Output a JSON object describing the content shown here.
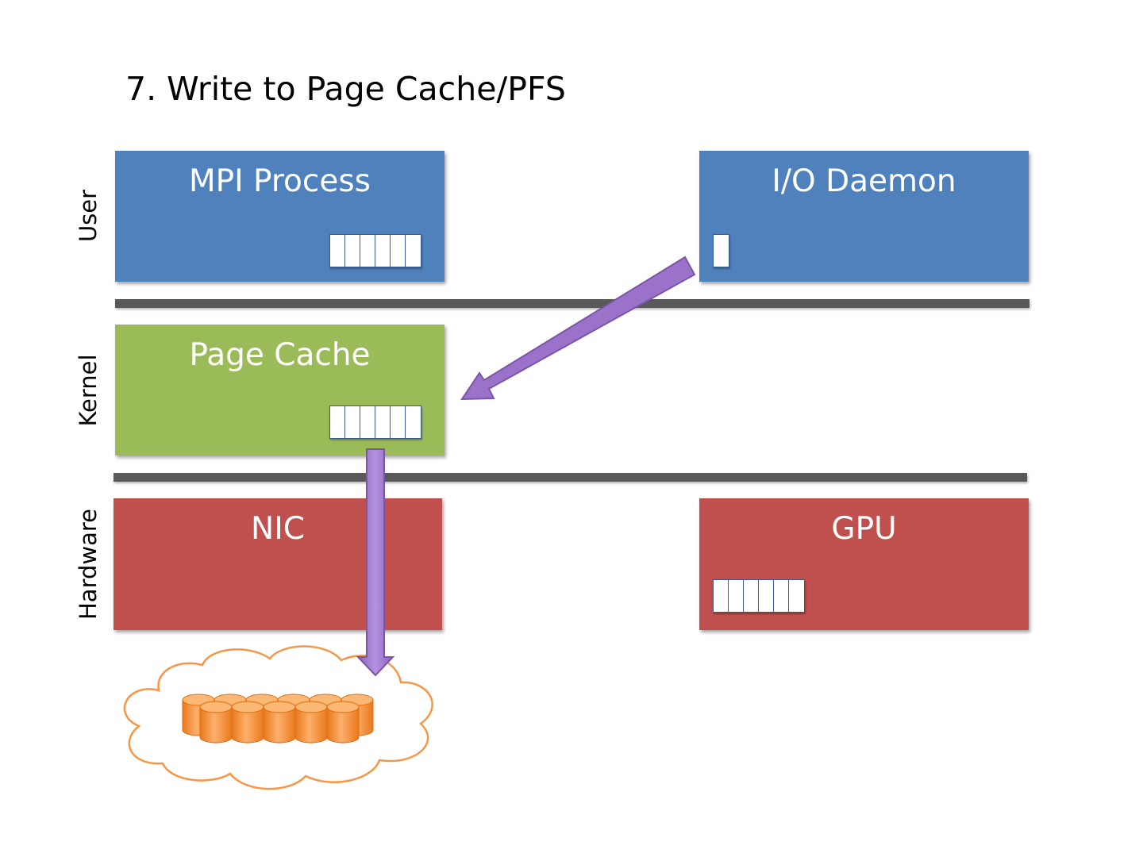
{
  "title": "7. Write to Page Cache/PFS",
  "layers": {
    "user": "User",
    "kernel": "Kernel",
    "hardware": "Hardware"
  },
  "boxes": {
    "mpi_process": "MPI Process",
    "io_daemon": "I/O Daemon",
    "page_cache": "Page Cache",
    "nic": "NIC",
    "gpu": "GPU"
  },
  "buffers": {
    "mpi_process_cells": 6,
    "io_daemon_cells": 1,
    "page_cache_cells": 6,
    "gpu_cells": 6
  },
  "storage_cylinders": 11,
  "colors": {
    "user_box": "#4f81bd",
    "kernel_box": "#9bbb59",
    "hardware_box": "#c0504d",
    "arrow": "#9b72c9",
    "storage": "#f79646",
    "divider": "#595959"
  }
}
